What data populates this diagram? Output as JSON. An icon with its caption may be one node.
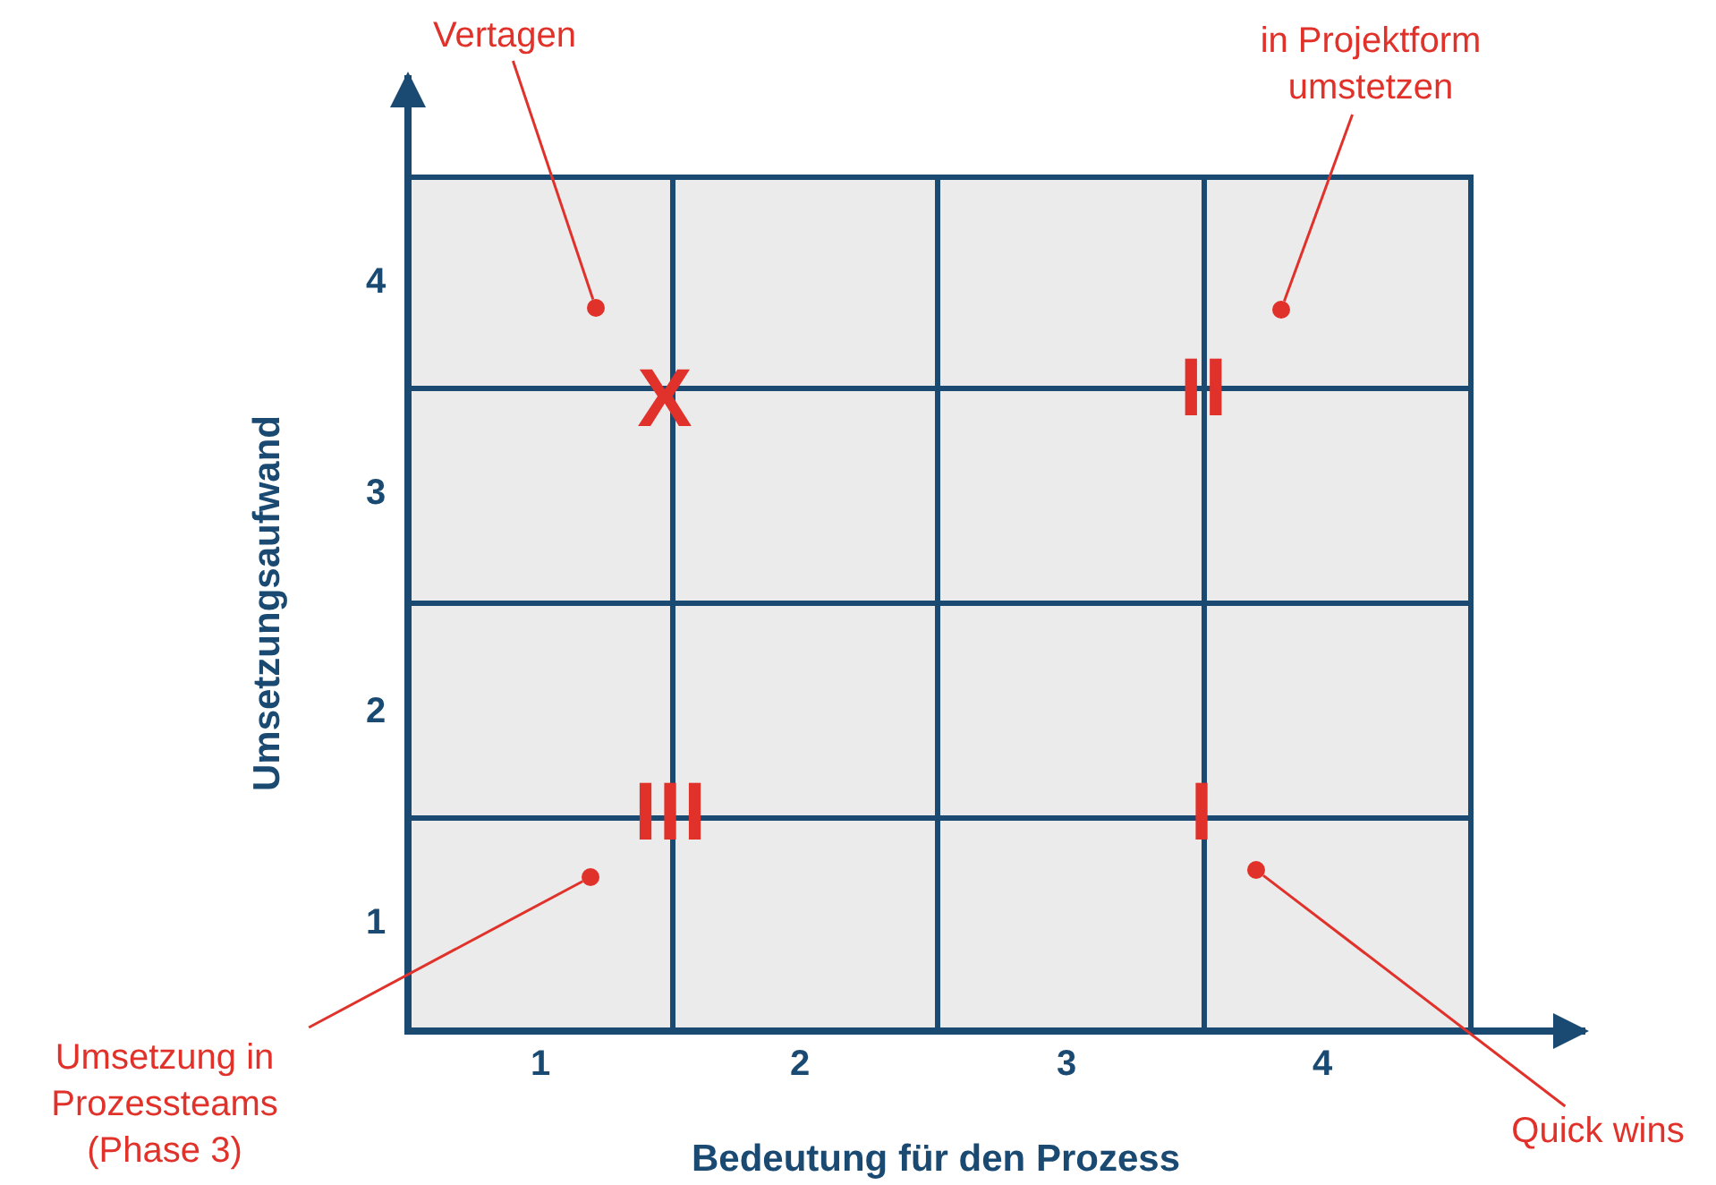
{
  "diagram": {
    "nodes": [
      {
        "text": [
          "Vertagen"
        ]
      },
      {
        "text": [
          "in Projektform umstetzen"
        ]
      },
      {
        "text": [],
        "shape": "circle"
      },
      {
        "text": [],
        "shape": "circle"
      },
      {
        "text": [],
        "shape": "circle"
      },
      {
        "text": [],
        "shape": "circle"
      },
      {
        "text": [
          "Umsetzung in Prozessteams (Phase 3)"
        ]
      },
      {
        "text": [
          "Quick wins"
        ]
      }
    ],
    "edges": [
      {
        "from": 0,
        "to": 2,
        "arrow": "none"
      },
      {
        "from": 1,
        "to": 3,
        "arrow": "none"
      },
      {
        "from": 6,
        "to": 4,
        "arrow": "none"
      },
      {
        "from": 7,
        "to": 5,
        "arrow": "none"
      }
    ],
    "labels": [
      "4",
      "X",
      "II",
      "3",
      "Umsetzungsaufwand",
      "2",
      "III",
      "I",
      "1",
      "1",
      "2",
      "3",
      "4",
      "Bedeutung für den Prozess"
    ]
  }
}
